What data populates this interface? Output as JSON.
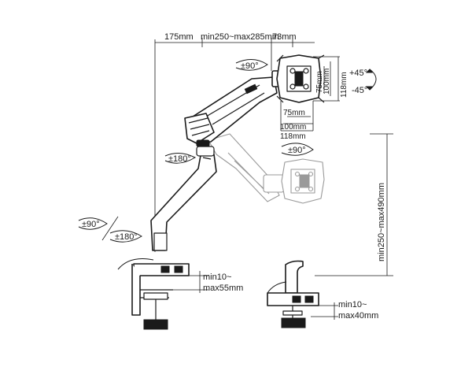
{
  "labels": {
    "top_offset": "175mm",
    "arm_reach": "min250~max285mm",
    "head_depth": "73mm",
    "swivel_head_top": "±90°",
    "tilt_up": "+45°",
    "tilt_down": "-45°",
    "vesa_v_75": "75mm",
    "vesa_v_100": "100mm",
    "vesa_v_118": "118mm",
    "vesa_h_75": "75mm",
    "vesa_h_100": "100mm",
    "vesa_h_118": "118mm",
    "rotate_screen": "±90°",
    "arm_rotate": "±180°",
    "base_swivel": "±90°",
    "base_rotate": "±180°",
    "height_range": "min250~max490mm",
    "clamp_min": "min10~",
    "clamp_max": "max55mm",
    "grommet_min": "min10~",
    "grommet_max": "max40mm"
  },
  "colors": {
    "ink": "#1a1a1a",
    "ghost": "#9a9a9a",
    "background": "#ffffff"
  }
}
